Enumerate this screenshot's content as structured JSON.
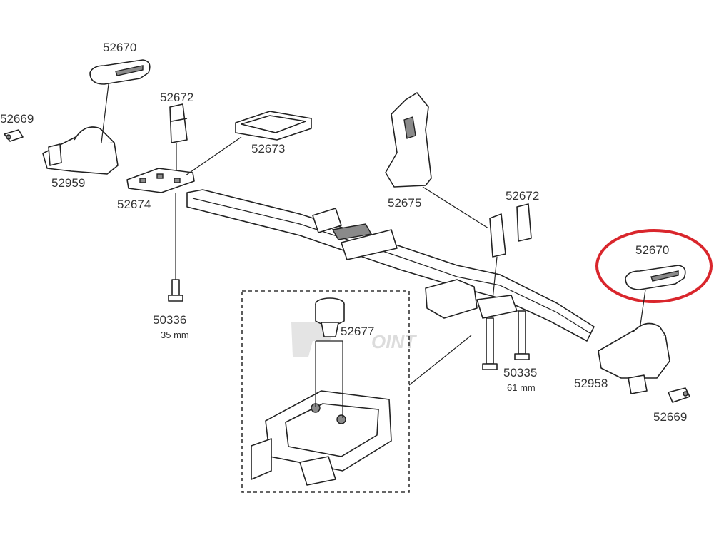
{
  "parts": {
    "p52670_left": "52670",
    "p52672_left": "52672",
    "p52669_left": "52669",
    "p52673": "52673",
    "p52959": "52959",
    "p52674": "52674",
    "p52675": "52675",
    "p52672_right": "52672",
    "p52670_right": "52670",
    "p50336": "50336",
    "p50336_len": "35 mm",
    "p52677": "52677",
    "p50335": "50335",
    "p50335_len": "61 mm",
    "p52958": "52958",
    "p52669_right": "52669"
  },
  "watermark": "OINT",
  "highlight_color": "#d9262c"
}
